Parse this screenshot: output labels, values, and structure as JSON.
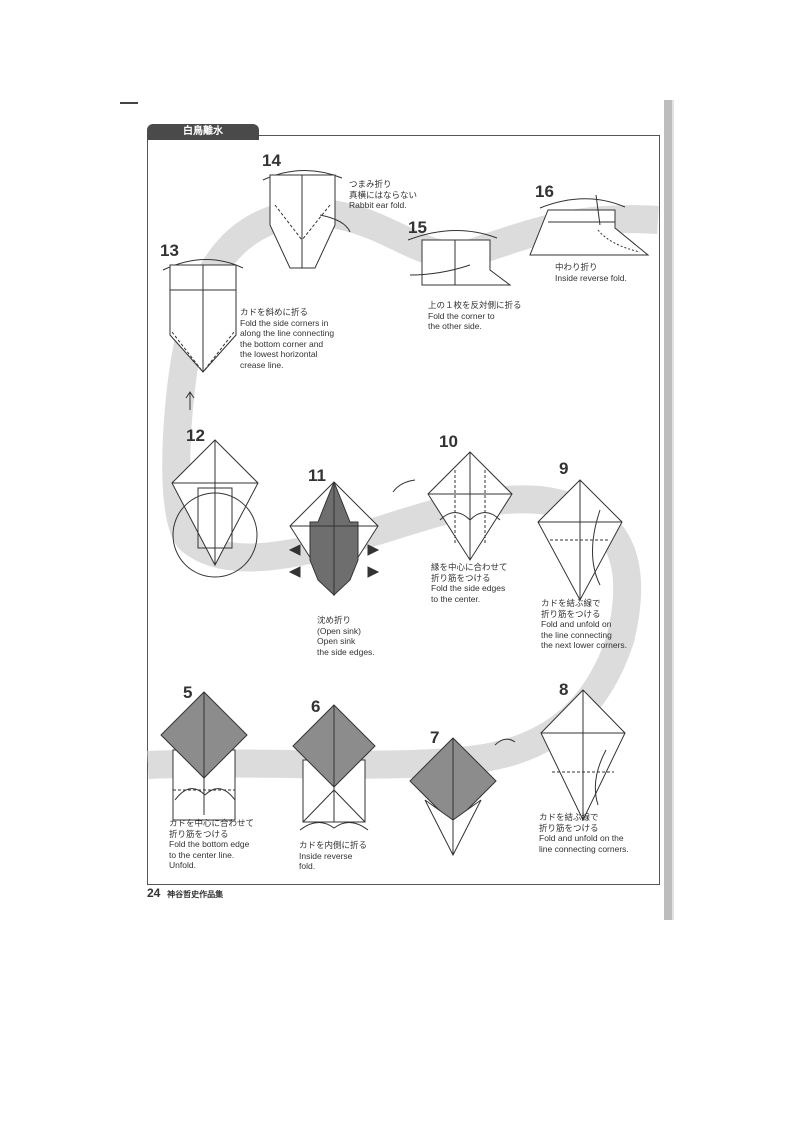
{
  "section_title": "白鳥離水",
  "footer": {
    "page_number": "24",
    "book_title": "神谷哲史作品集"
  },
  "steps": [
    {
      "number": "5",
      "caption": [
        "カドを中心に合わせて",
        "折り筋をつける",
        "Fold the bottom edge",
        "to the center line.",
        "Unfold."
      ]
    },
    {
      "number": "6",
      "caption": [
        "カドを内側に折る",
        "Inside reverse",
        "fold."
      ]
    },
    {
      "number": "7",
      "caption": []
    },
    {
      "number": "8",
      "caption": [
        "カドを結ぶ線で",
        "折り筋をつける",
        "Fold and unfold on the",
        "line connecting corners."
      ]
    },
    {
      "number": "9",
      "caption": [
        "カドを結ぶ線で",
        "折り筋をつける",
        "Fold and unfold on",
        "the line connecting",
        "the next lower corners."
      ]
    },
    {
      "number": "10",
      "caption": [
        "縁を中心に合わせて",
        "折り筋をつける",
        "Fold the side edges",
        "to the center."
      ]
    },
    {
      "number": "11",
      "caption": [
        "沈め折り",
        "(Open sink)",
        "Open sink",
        "the side edges."
      ]
    },
    {
      "number": "12",
      "caption": []
    },
    {
      "number": "13",
      "caption": [
        "カドを斜めに折る",
        "Fold the side corners in",
        "along the line connecting",
        "the bottom corner and",
        "the lowest horizontal",
        "crease line."
      ]
    },
    {
      "number": "14",
      "caption": [
        "つまみ折り",
        "真横にはならない",
        "Rabbit ear fold."
      ]
    },
    {
      "number": "15",
      "caption": [
        "上の１枚を反対側に折る",
        "Fold the corner to",
        "the other side."
      ]
    },
    {
      "number": "16",
      "caption": [
        "中わり折り",
        "Inside reverse fold."
      ]
    }
  ],
  "colors": {
    "band": "#dcdcdc",
    "paper_colored": "#8c8c8c",
    "sink_shade": "#6e6e6e",
    "line": "#333333",
    "tab": "#4a4a4a"
  }
}
